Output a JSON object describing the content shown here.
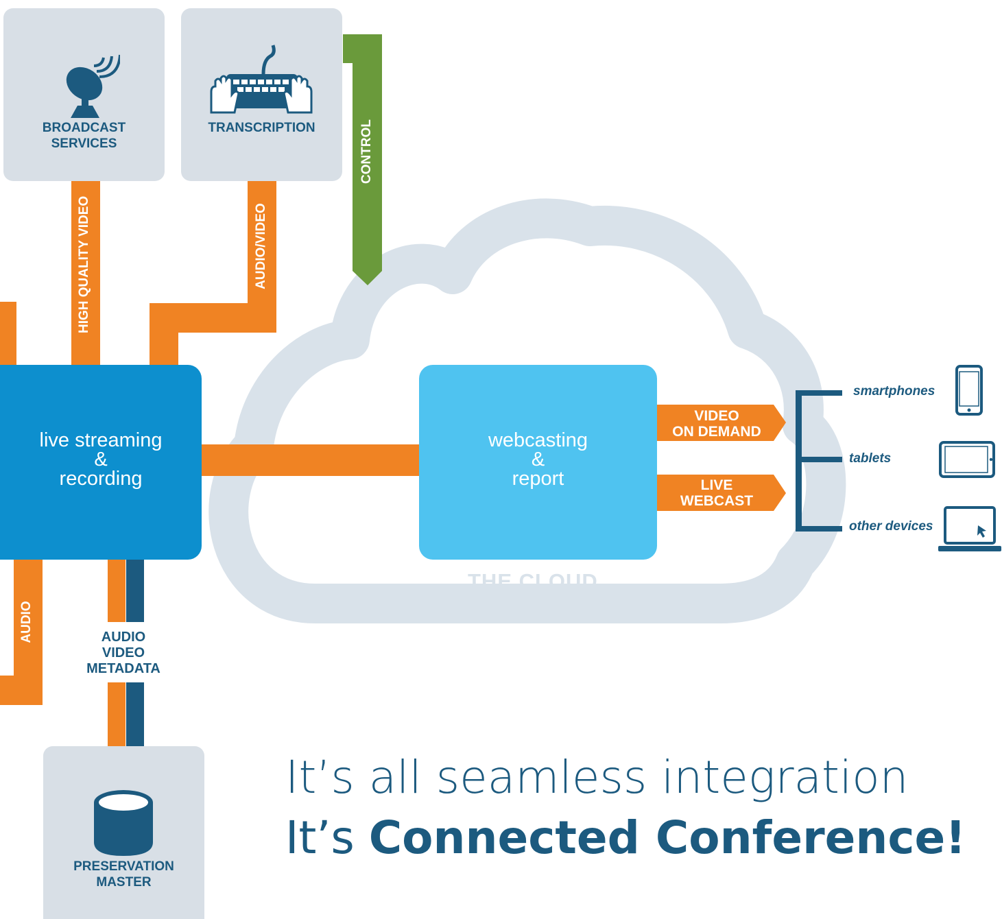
{
  "boxes": {
    "broadcast": {
      "label_line1": "BROADCAST",
      "label_line2": "SERVICES",
      "icon": "satellite-dish-icon"
    },
    "transcription": {
      "label": "TRANSCRIPTION",
      "icon": "keyboard-icon"
    },
    "preservation": {
      "label_line1": "PRESERVATION",
      "label_line2": "MASTER",
      "icon": "database-icon"
    }
  },
  "nodes": {
    "streaming": {
      "line1": "live streaming",
      "line2": "&",
      "line3": "recording"
    },
    "webcasting": {
      "line1": "webcasting",
      "line2": "&",
      "line3": "report"
    }
  },
  "flows": {
    "high_quality_video": "HIGH QUALITY VIDEO",
    "audio_video": "AUDIO/VIDEO",
    "control": "CONTROL",
    "audio": "AUDIO",
    "metadata_line1": "AUDIO",
    "metadata_line2": "VIDEO",
    "metadata_line3": "METADATA"
  },
  "outputs": {
    "vod_line1": "VIDEO",
    "vod_line2": "ON DEMAND",
    "live_line1": "LIVE",
    "live_line2": "WEBCAST"
  },
  "devices": {
    "smartphones": "smartphones",
    "tablets": "tablets",
    "other": "other devices"
  },
  "cloud_label": "THE CLOUD",
  "tagline": {
    "line1": "It’s all seamless integration",
    "line2_prefix": "It’s ",
    "line2_bold": "Connected Conference!"
  },
  "colors": {
    "orange": "#f08323",
    "green": "#6a9a3b",
    "dark_blue": "#1c5a7f",
    "node_blue": "#0d8fce",
    "light_blue": "#4fc3f0",
    "box_gray": "#d8dfe6",
    "cloud_gray": "#d9e2ea"
  }
}
